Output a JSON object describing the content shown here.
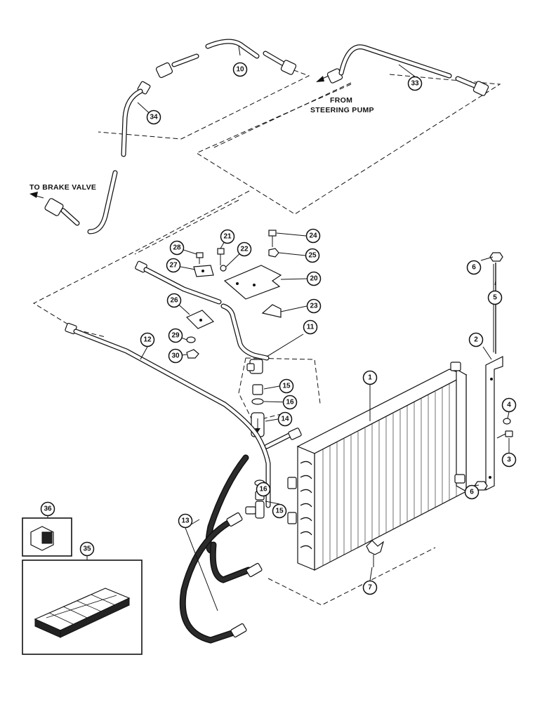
{
  "captions": {
    "from_line1": "FROM",
    "from_line2": "STEERING PUMP",
    "to_brake": "TO BRAKE VALVE"
  },
  "callouts": [
    "1",
    "2",
    "3",
    "4",
    "5",
    "6",
    "6",
    "7",
    "10",
    "11",
    "12",
    "13",
    "14",
    "15",
    "15",
    "16",
    "16",
    "20",
    "21",
    "22",
    "23",
    "24",
    "25",
    "26",
    "27",
    "28",
    "29",
    "30",
    "33",
    "34",
    "35",
    "36"
  ]
}
